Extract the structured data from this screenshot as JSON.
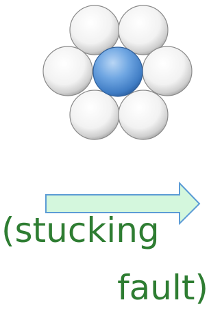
{
  "diagram": {
    "spheres": [
      {
        "role": "neighbor",
        "color": "white-sphere"
      },
      {
        "role": "neighbor",
        "color": "white-sphere"
      },
      {
        "role": "neighbor",
        "color": "white-sphere"
      },
      {
        "role": "center",
        "color": "blue-sphere"
      },
      {
        "role": "neighbor",
        "color": "white-sphere"
      },
      {
        "role": "neighbor",
        "color": "white-sphere"
      },
      {
        "role": "neighbor",
        "color": "white-sphere"
      }
    ],
    "arrow": {
      "fill": "#d4f7dd",
      "stroke": "#5b9bd5"
    }
  },
  "caption": {
    "line1": "(stucking",
    "line2": "fault)"
  },
  "colors": {
    "caption": "#2e7d32",
    "center_sphere": "#4f8fd6",
    "neighbor_sphere": "#ffffff"
  }
}
